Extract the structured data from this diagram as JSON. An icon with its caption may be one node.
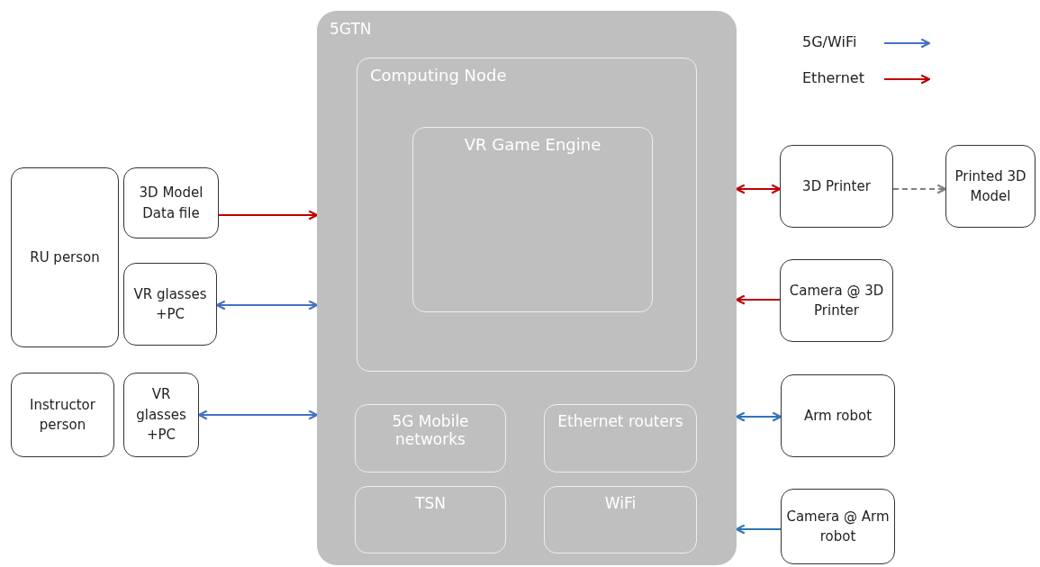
{
  "diagram": {
    "nodes": [
      {
        "text": [
          "5GTN"
        ]
      },
      {
        "text": [
          "Computing Node"
        ],
        "in": 0
      },
      {
        "text": [
          "VR Game Engine"
        ],
        "in": 1
      },
      {
        "text": [
          "5G Mobile networks"
        ],
        "in": 0
      },
      {
        "text": [
          "Ethernet routers"
        ],
        "in": 0
      },
      {
        "text": [
          "TSN"
        ],
        "in": 0
      },
      {
        "text": [
          "WiFi"
        ],
        "in": 0
      },
      {
        "text": [
          "RU person"
        ]
      },
      {
        "text": [
          "3D Model Data file"
        ]
      },
      {
        "text": [
          "VR glasses +PC"
        ]
      },
      {
        "text": [
          "Instructor person"
        ]
      },
      {
        "text": [
          "VR glasses +PC"
        ]
      },
      {
        "text": [
          "3D Printer"
        ]
      },
      {
        "text": [
          "Printed 3D Model"
        ]
      },
      {
        "text": [
          "Camera @ 3D Printer"
        ]
      },
      {
        "text": [
          "Arm robot"
        ]
      },
      {
        "text": [
          "Camera @ Arm robot"
        ]
      }
    ],
    "edges": [
      {
        "from": 8,
        "to": 0,
        "arrow": "to",
        "color": "#c00000"
      },
      {
        "from": 9,
        "to": 0,
        "arrow": "both",
        "color": "#4472c4"
      },
      {
        "from": 11,
        "to": 0,
        "arrow": "both",
        "color": "#4472c4"
      },
      {
        "from": 0,
        "to": 12,
        "arrow": "both",
        "color": "#c00000"
      },
      {
        "from": 12,
        "to": 13,
        "arrow": "to",
        "style": "dashed",
        "color": "#808080"
      },
      {
        "from": 14,
        "to": 0,
        "arrow": "to",
        "color": "#c00000"
      },
      {
        "from": 15,
        "to": 0,
        "arrow": "both",
        "color": "#2e75b6"
      },
      {
        "from": 16,
        "to": 0,
        "arrow": "to",
        "color": "#2e75b6"
      }
    ],
    "legend": [
      {
        "text": "5G/WiFi"
      },
      {
        "text": "Ethernet"
      }
    ]
  }
}
